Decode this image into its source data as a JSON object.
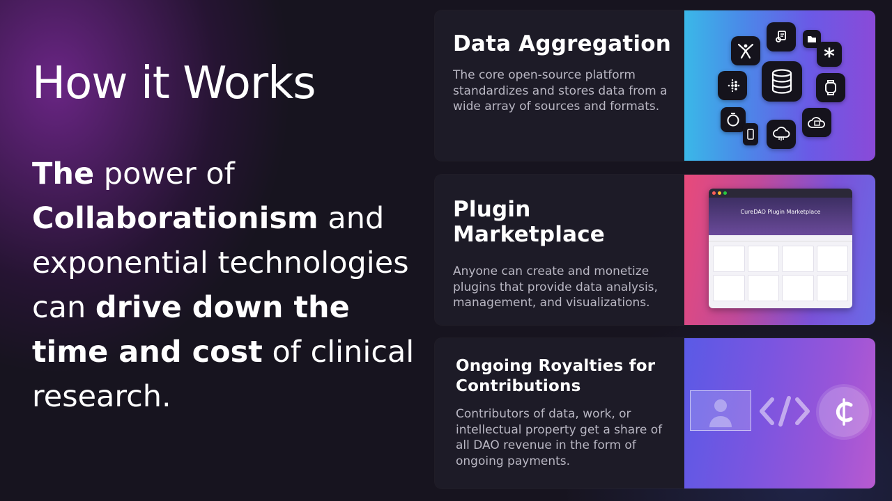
{
  "slide": {
    "title": "How it Works",
    "body": {
      "t1": "The",
      "t2": " power of ",
      "t3": "Collaborationism",
      "t4": " and exponential technologies can ",
      "t5": "drive down the time and cost",
      "t6": " of clinical research."
    }
  },
  "cards": [
    {
      "title": "Data Aggregation",
      "text": "The core open-source platform standardizes and stores data from a wide array of sources and formats."
    },
    {
      "title": "Plugin Marketplace",
      "text": "Anyone can create and monetize plugins that provide data analysis, management, and visualizations.",
      "mockup_title": "CureDAO Plugin Marketplace"
    },
    {
      "title": "Ongoing Royalties for Contributions",
      "text": "Contributors of data, work, or intellectual property get a share of all DAO revenue in the form of ongoing payments."
    }
  ],
  "icons": {
    "data_aggregation": [
      "activity-icon",
      "receipt-icon",
      "folder-icon",
      "asterisk-icon",
      "database-icon",
      "fitbit-icon",
      "watch-icon",
      "timer-icon",
      "cloud-phone-icon",
      "phone-icon",
      "cloud-upload-icon"
    ],
    "royalties": [
      "user-avatar-icon",
      "code-icon",
      "coin-icon"
    ]
  }
}
